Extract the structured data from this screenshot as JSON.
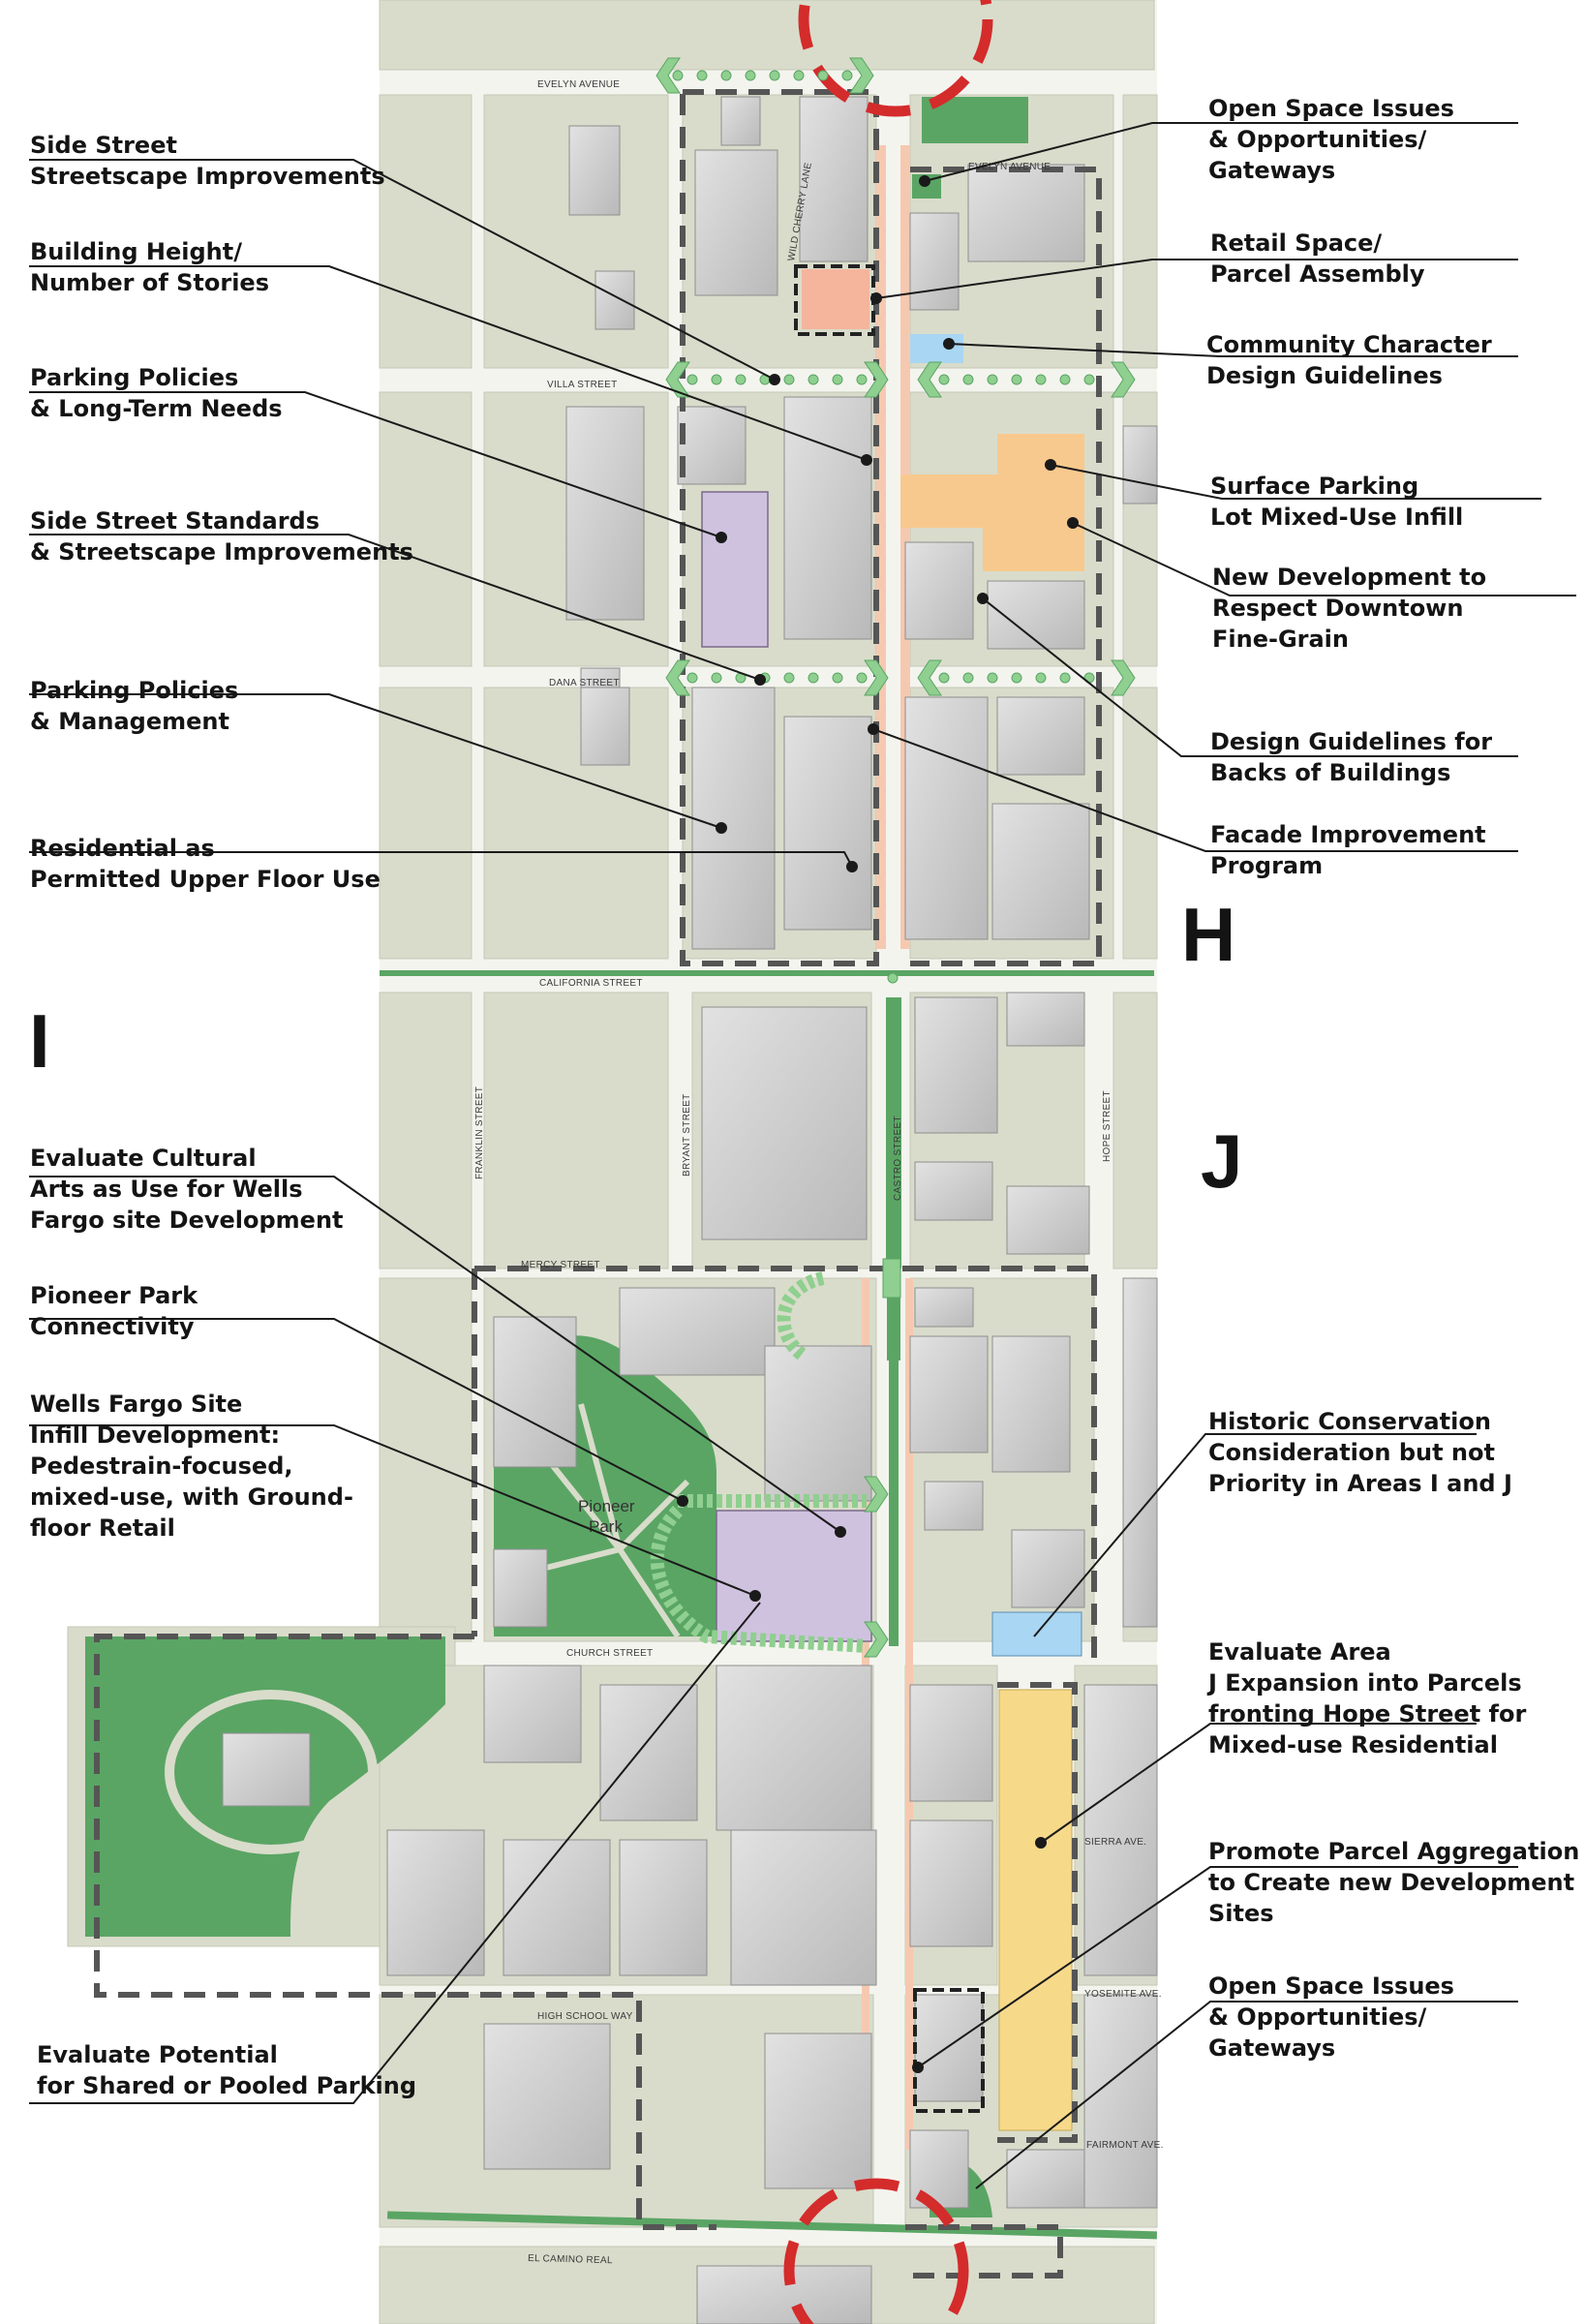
{
  "streets": {
    "evelyn": "EVELYN AVENUE",
    "evelyn_east": "EVELYN AVENUE",
    "villa": "VILLA STREET",
    "dana": "DANA STREET",
    "california": "CALIFORNIA STREET",
    "franklin": "FRANKLIN STREET",
    "bryant": "BRYANT STREET",
    "castro": "CASTRO STREET",
    "hope": "HOPE STREET",
    "mercy": "MERCY STREET",
    "church": "CHURCH STREET",
    "high_school": "HIGH SCHOOL WAY",
    "el_camino": "EL CAMINO REAL",
    "sierra": "SIERRA AVE.",
    "yosemite": "YOSEMITE AVE.",
    "fairmont": "FAIRMONT AVE.",
    "wild_cherry": "WILD CHERRY LANE"
  },
  "park_label": [
    "Pioneer",
    "Park"
  ],
  "area_letters": {
    "h": "H",
    "i": "I",
    "j": "J"
  },
  "callouts": {
    "side_street_streetscape": "Side Street\nStreetscape Improvements",
    "building_height": "Building Height/\nNumber of Stories",
    "parking_long_term": "Parking Policies\n& Long-Term Needs",
    "side_street_standards": "Side Street Standards\n& Streetscape Improvements",
    "parking_management": "Parking Policies\n& Management",
    "residential_upper": "Residential as\nPermitted Upper Floor Use",
    "open_space_top": "Open Space Issues\n& Opportunities/\nGateways",
    "retail_space": "Retail Space/\nParcel Assembly",
    "community_character": "Community Character\nDesign Guidelines",
    "surface_parking": "Surface Parking\nLot Mixed-Use Infill",
    "new_development": "New Development to\nRespect Downtown\nFine-Grain",
    "design_backs": "Design Guidelines for\nBacks of Buildings",
    "facade": "Facade Improvement\nProgram",
    "cultural_arts": "Evaluate Cultural\nArts as Use for Wells\nFargo site Development",
    "pioneer_connectivity": "Pioneer Park\nConnectivity",
    "wells_fargo": "Wells Fargo Site\nInfill Development:\nPedestrain-focused,\nmixed-use, with Ground-\nfloor Retail",
    "historic": "Historic Conservation\nConsideration but not\nPriority in Areas I and J",
    "area_j_expansion": "Evaluate Area\nJ Expansion into Parcels\nfronting Hope Street for\nMixed-use Residential",
    "parcel_aggregation": "Promote Parcel Aggregation\nto Create new Development\nSites",
    "open_space_bottom": "Open Space Issues\n& Opportunities/\nGateways",
    "shared_parking": "Evaluate Potential\nfor Shared or Pooled Parking"
  },
  "colors": {
    "block": "#d9dccb",
    "road": "#f4f4ef",
    "building": "#c9c9c9",
    "park": "#5aa564",
    "gateway": "#8fcf8f",
    "gateway_red": "#d42b2b",
    "parking_purple": "#cfc2df",
    "retail_salmon": "#f4b59c",
    "infill_orange": "#f8c98e",
    "residential_yellow": "#f7d98a",
    "historic_blue": "#a9d6f2",
    "castro_median": "#5aa564"
  },
  "icons": [
    "leader-dot-icon",
    "gateway-chevron-icon",
    "boundary-dashed-line"
  ]
}
